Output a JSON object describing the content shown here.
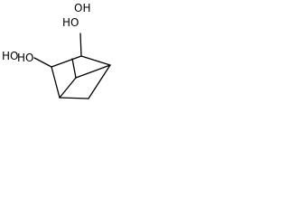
{
  "molecule": {
    "atom_labels": {
      "oh_top": "OH",
      "ho_upper": "HO",
      "ho_left_outer": "HO",
      "ho_left_inner": "HO"
    },
    "colors": {
      "background": "#ffffff",
      "bonds": "#000000",
      "labels": "#000000"
    }
  }
}
